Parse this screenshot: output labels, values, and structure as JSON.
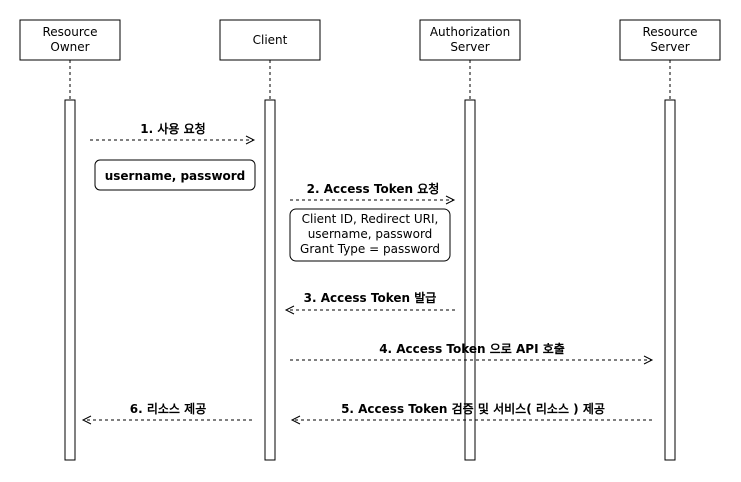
{
  "participants": [
    {
      "lines": [
        "Resource",
        "Owner"
      ]
    },
    {
      "lines": [
        "Client"
      ]
    },
    {
      "lines": [
        "Authorization",
        "Server"
      ]
    },
    {
      "lines": [
        "Resource",
        "Server"
      ]
    }
  ],
  "messages": [
    {
      "label": "1. 사용 요청"
    },
    {
      "label": "2. Access Token 요청"
    },
    {
      "label": "3. Access Token 발급"
    },
    {
      "label": "4. Access Token 으로 API 호출"
    },
    {
      "label": "5. Access Token 검증 및 서비스( 리소스 ) 제공"
    },
    {
      "label": "6. 리소스 제공"
    }
  ],
  "notes": [
    {
      "lines": [
        "username, password"
      ]
    },
    {
      "lines": [
        "Client ID, Redirect URI,",
        "username, password",
        "Grant Type = password"
      ]
    }
  ]
}
